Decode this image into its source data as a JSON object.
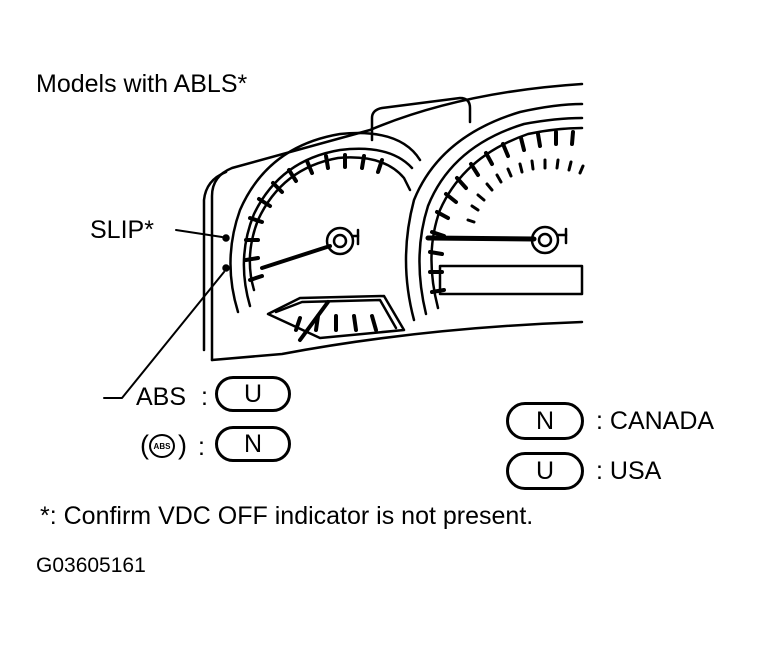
{
  "title": "Models with ABLS*",
  "slip_label": "SLIP*",
  "abs_label": "ABS",
  "colon": ":",
  "abs_icon_text": "ABS",
  "abs_icon_open": "(",
  "abs_icon_close": ")",
  "abs_value": "U",
  "abs_icon_value": "N",
  "legend": {
    "canada_code": "N",
    "canada_text": ": CANADA",
    "usa_code": "U",
    "usa_text": ": USA"
  },
  "footnote": "*: Confirm VDC OFF indicator is not present.",
  "figure_id": "G03605161"
}
